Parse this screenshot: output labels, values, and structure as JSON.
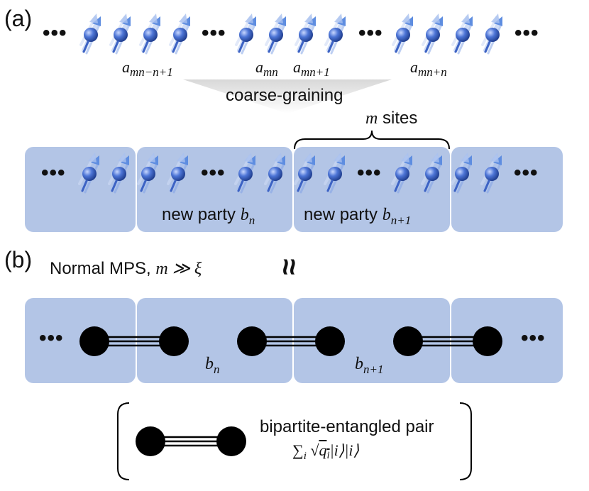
{
  "panel_a": {
    "label": "(a)",
    "top_sites": [
      "a",
      "a",
      "a",
      "a"
    ],
    "top_site_subs": [
      "mn−n+1",
      "mn",
      "mn+1",
      "mn+n"
    ],
    "coarse_graining": "coarse-graining",
    "m_sites_var": "m",
    "m_sites_text": "sites",
    "party_prefix": "new party",
    "party_1_var": "b",
    "party_1_sub": "n",
    "party_2_var": "b",
    "party_2_sub": "n+1",
    "ellipsis": "•••"
  },
  "panel_b": {
    "label": "(b)",
    "caption_text": "Normal MPS,",
    "caption_math": "m ≫ ξ",
    "approx_symbol": "≈",
    "block_1_var": "b",
    "block_1_sub": "n",
    "block_2_var": "b",
    "block_2_sub": "n+1",
    "ellipsis": "•••"
  },
  "legend": {
    "title": "bipartite-entangled pair",
    "formula_sum": "∑",
    "formula_sum_sub": "i",
    "formula_sqrt": "√",
    "formula_q": "q",
    "formula_q_sub": "i",
    "formula_kets": "|i⟩|i⟩"
  },
  "colors": {
    "party_fill": "#b3c5e6",
    "spin_ball": "#3d63c4",
    "spin_arrow": "#5e8de0",
    "bond": "#000000"
  }
}
